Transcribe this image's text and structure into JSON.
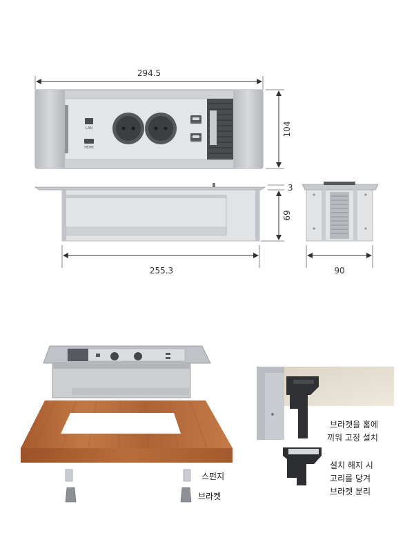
{
  "dimensions": {
    "top_width": "294.5",
    "top_height": "104",
    "flange": "3",
    "body_height": "69",
    "body_width": "255.3",
    "side_width": "90"
  },
  "ports": {
    "lan": "LAN",
    "hdmi": "HDMI"
  },
  "labels": {
    "sponge": "스펀지",
    "bracket": "브라켓",
    "install_line1": "브라켓을 홈에",
    "install_line2": "끼워 고정 설치",
    "release_line1": "설치 해지 시",
    "release_line2": "고리를 당겨",
    "release_line3": "브라켓 분리"
  },
  "colors": {
    "metal": "#c9ccd0",
    "metal_dark": "#a9adb2",
    "panel": "#e3e4e6",
    "wood": "#b8693a",
    "bracket": "#3a3b3e",
    "table": "#e8e2d6"
  }
}
